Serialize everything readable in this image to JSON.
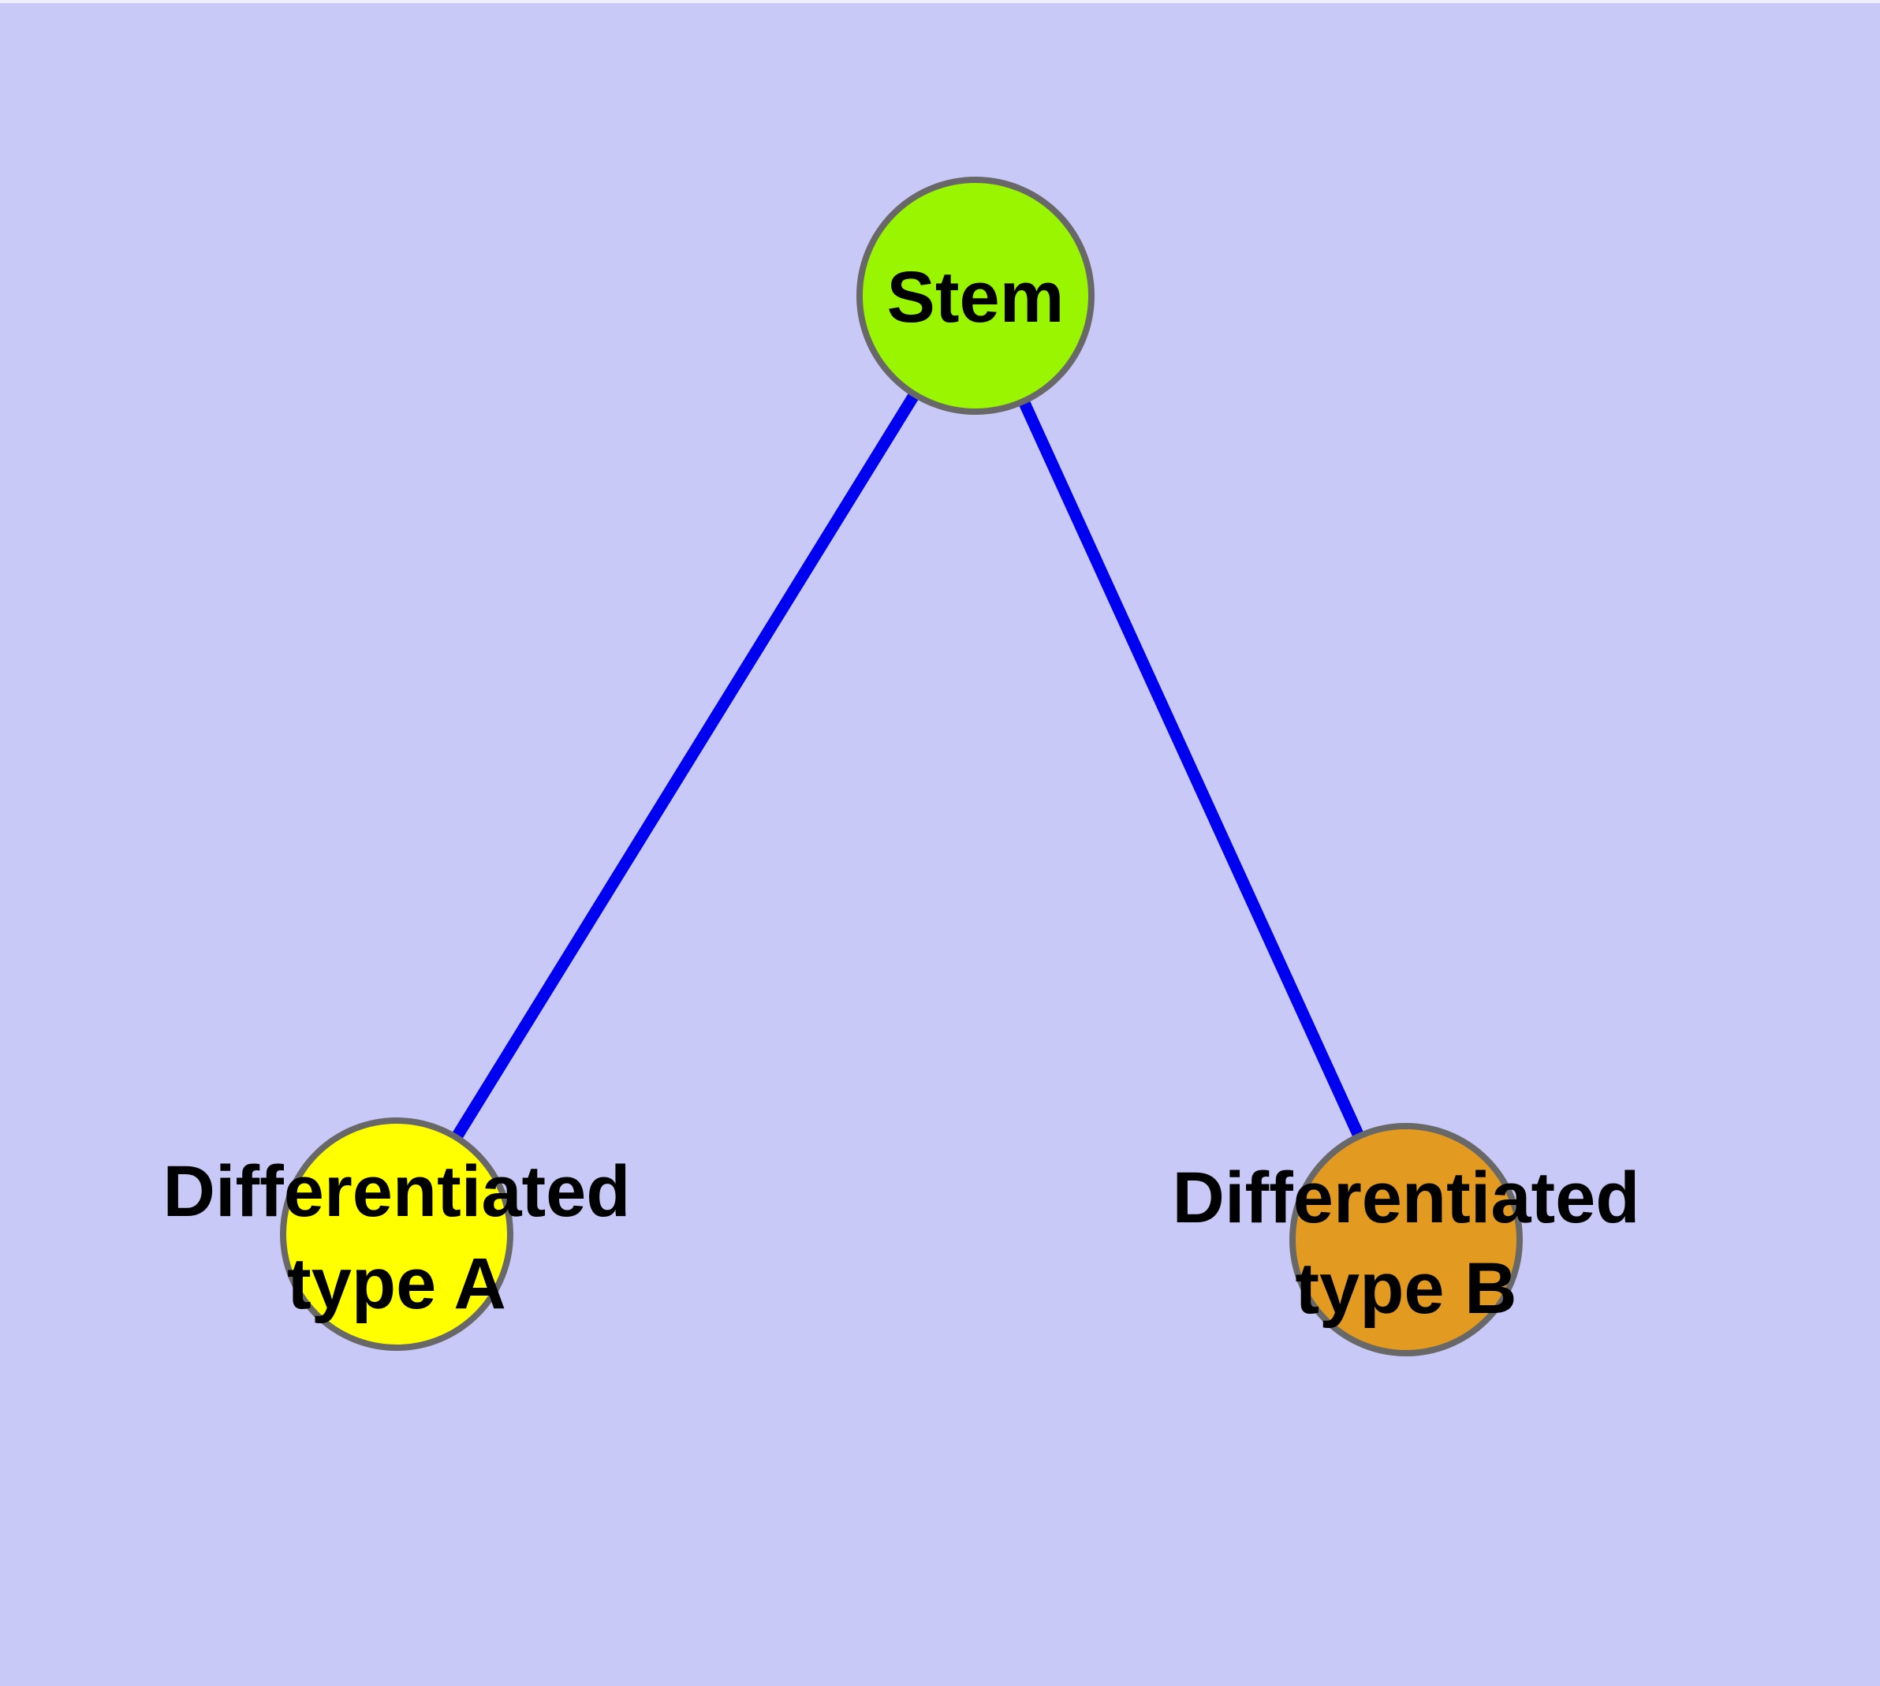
{
  "diagram": {
    "background_color": "#c9c9f7",
    "edge_color": "#0000f0",
    "node_border_color": "#686868",
    "label_color": "#000000",
    "nodes": {
      "stem": {
        "label": "Stem",
        "fill": "#9af500"
      },
      "type_a": {
        "label_lines": [
          "Differentiated",
          "type A"
        ],
        "fill": "#ffff00"
      },
      "type_b": {
        "label_lines": [
          "Differentiated",
          "type B"
        ],
        "fill": "#e29a20"
      }
    },
    "edges": [
      {
        "from": "stem",
        "to": "type_a"
      },
      {
        "from": "stem",
        "to": "type_b"
      }
    ]
  }
}
